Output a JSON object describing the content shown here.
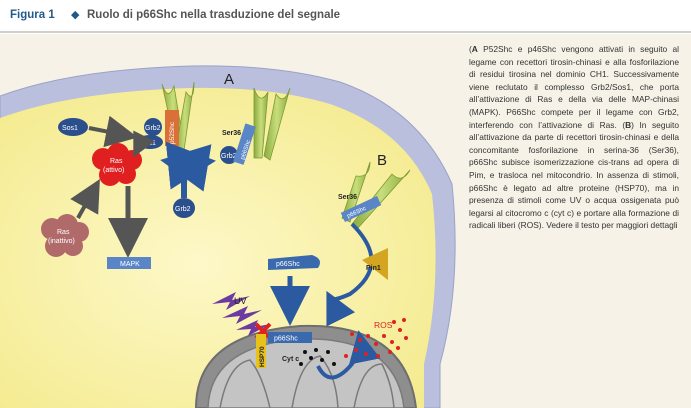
{
  "header": {
    "figure_label": "Figura 1",
    "diamond": "◆",
    "title": "Ruolo di p66Shc nella trasduzione del segnale"
  },
  "diagram": {
    "panel_a": "A",
    "panel_b": "B",
    "sos1_free": "Sos1",
    "grb2_complex": "Grb2",
    "sos1_complex": "Sos1",
    "p52shc": "p52Shc",
    "grb2_ser36": "Grb2",
    "p66shc_ser36": "p66Shc",
    "ser36_a": "Ser36",
    "ser36_b": "Ser36",
    "p66shc_b": "p66Shc",
    "grb2_free": "Grb2",
    "ras_active_name": "Ras",
    "ras_active_state": "(attivo)",
    "ras_inactive_name": "Ras",
    "ras_inactive_state": "(inattivo)",
    "mapk": "MAPK",
    "pin1": "Pin1",
    "p66shc_cyto": "p66Shc",
    "uv": "UV",
    "hsp70": "HSP70",
    "p66shc_mito": "p66Shc",
    "cytc": "Cyt c",
    "ros": "ROS"
  },
  "caption": {
    "a_letter": "A",
    "a_text": " P52Shc e p46Shc vengono attivati in seguito al legame con recettori tirosin-chinasi e alla fosforilazione di residui tirosina nel dominio CH1. Successivamente viene reclutato il complesso Grb2/Sos1, che porta all’attivazione di Ras e della via delle MAP-chinasi (MAPK). P66Shc compete per il legame con Grb2, interferendo con l’attivazione di Ras. (",
    "b_letter": "B",
    "b_text": ") In seguito all’attivazione da parte di recettori tirosin-chinasi e della concomitante fosforilazione in serina-36 (Ser36), p66Shc subisce isomerizzazione cis-trans ad opera di Pim, e trasloca nel mitocondrio. In assenza di stimoli, p66Shc è legato ad altre proteine (HSP70), ma in presenza di stimoli come UV o acqua ossigenata può legarsi al citocromo c (cyt c) e portare alla formazione di radicali liberi (ROS). Vedere il testo per maggiori dettagli"
  },
  "colors": {
    "accent": "#1f5a8a",
    "panel_bg": "#f6f2e7",
    "membrane": "#b9bfdc",
    "cytoplasm": "#fbf4b0",
    "receptor": "#a6c25a",
    "ras": "#e02020",
    "protein_blue": "#3a6aad",
    "pin1": "#d4a520",
    "uv": "#6c3aa0"
  }
}
